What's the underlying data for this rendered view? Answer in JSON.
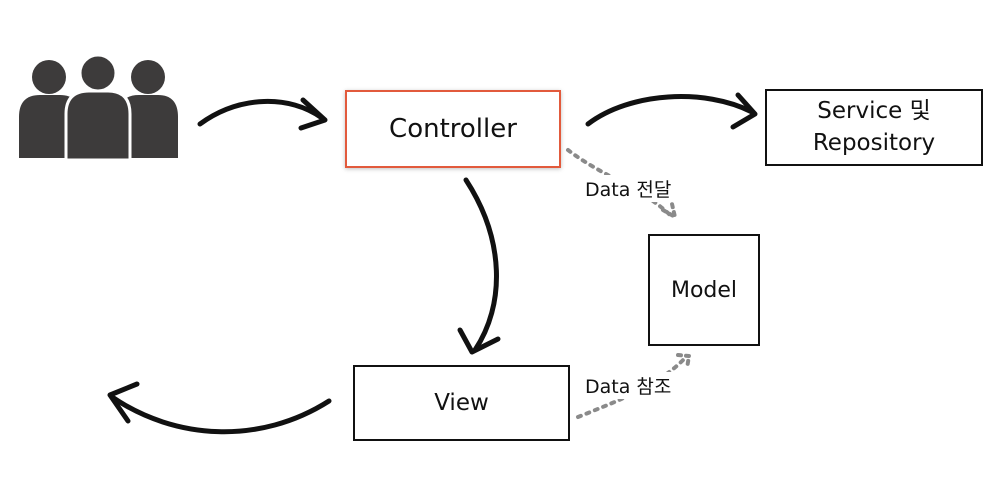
{
  "nodes": {
    "users": {
      "icon": "users-group-icon"
    },
    "controller": {
      "label": "Controller"
    },
    "service": {
      "label_line1": "Service 및",
      "label_line2": "Repository"
    },
    "model": {
      "label": "Model"
    },
    "view": {
      "label": "View"
    }
  },
  "edges": {
    "data_transfer": {
      "label": "Data 전달"
    },
    "data_reference": {
      "label": "Data 참조"
    }
  },
  "colors": {
    "controller_border": "#e25a3c",
    "icon_fill": "#3d3b3b",
    "arrow": "#111111",
    "dotted_arrow": "#8a8a8a"
  }
}
